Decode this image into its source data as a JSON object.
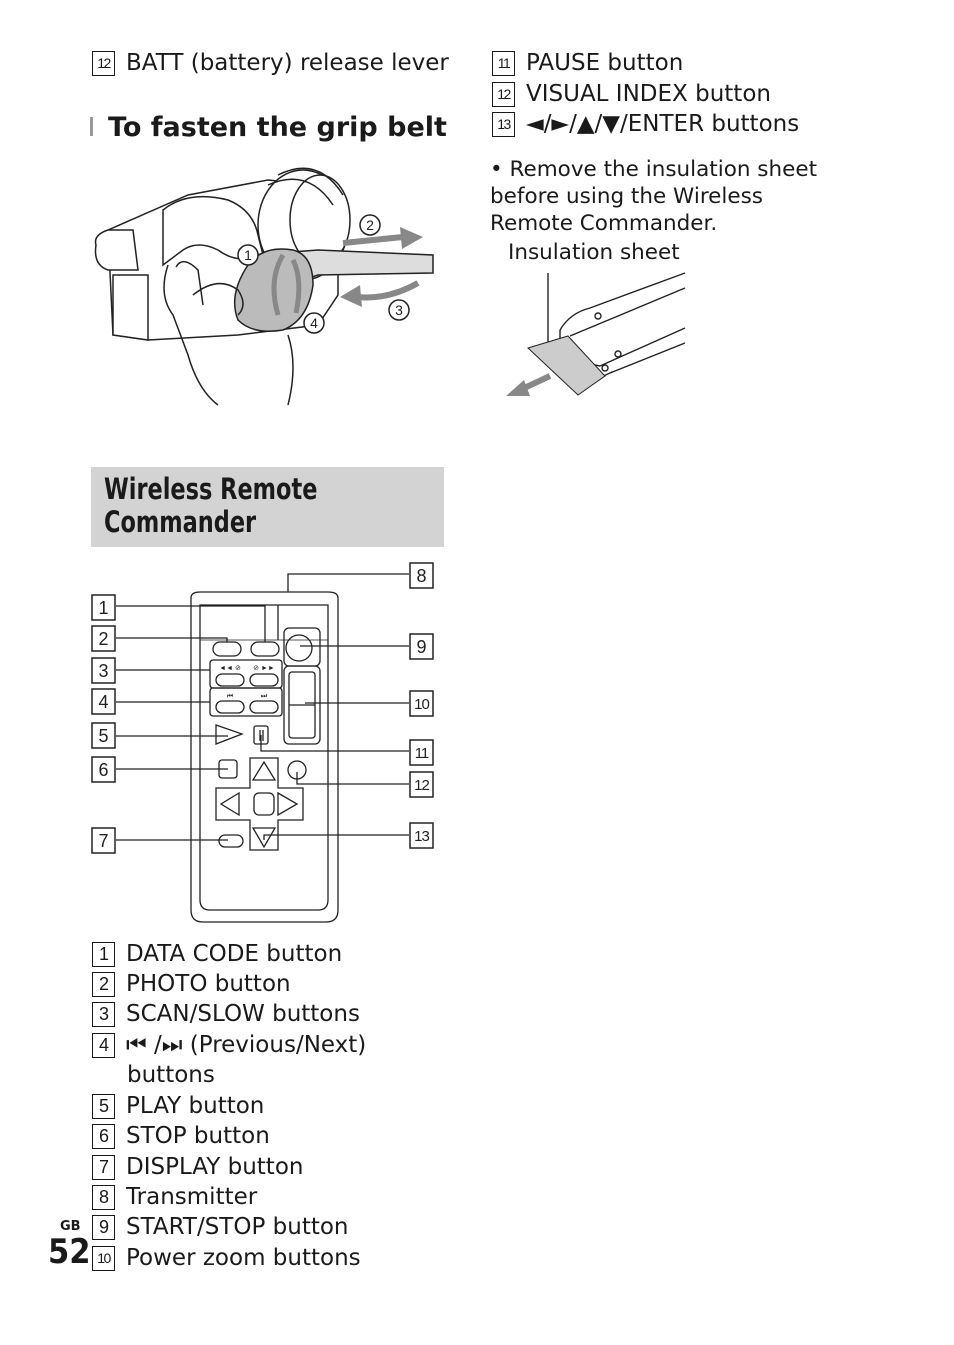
{
  "top_left_item": {
    "num": "12",
    "label": "BATT (battery) release lever"
  },
  "grip_heading": "To fasten the grip belt",
  "grip_steps": [
    "1",
    "2",
    "3",
    "4"
  ],
  "section_title": "Wireless Remote\nCommander",
  "right_items": [
    {
      "num": "11",
      "label": "PAUSE button"
    },
    {
      "num": "12",
      "label": "VISUAL INDEX button"
    },
    {
      "num": "13",
      "label": "◄/►/▲/▼/ENTER buttons"
    }
  ],
  "bullet_note": "• Remove the insulation sheet before using the Wireless Remote Commander.",
  "insulation_label": "Insulation sheet",
  "callouts": [
    "1",
    "2",
    "3",
    "4",
    "5",
    "6",
    "7",
    "8",
    "9",
    "10",
    "11",
    "12",
    "13"
  ],
  "remote_labels": {
    "scan_left": "◄◄ ⊘",
    "scan_right": "⊘ ►►",
    "prev": "⏮",
    "next": "⏭"
  },
  "list_items": [
    {
      "num": "1",
      "label": "DATA CODE button"
    },
    {
      "num": "2",
      "label": "PHOTO button"
    },
    {
      "num": "3",
      "label": "SCAN/SLOW buttons"
    },
    {
      "num": "4",
      "label": "⏮ /⏭ (Previous/Next)"
    },
    {
      "num": "",
      "label": "buttons"
    },
    {
      "num": "5",
      "label": "PLAY button"
    },
    {
      "num": "6",
      "label": "STOP button"
    },
    {
      "num": "7",
      "label": "DISPLAY button"
    },
    {
      "num": "8",
      "label": "Transmitter"
    },
    {
      "num": "9",
      "label": "START/STOP button"
    },
    {
      "num": "10",
      "label": "Power zoom buttons"
    }
  ],
  "page": {
    "region": "GB",
    "number": "52"
  }
}
